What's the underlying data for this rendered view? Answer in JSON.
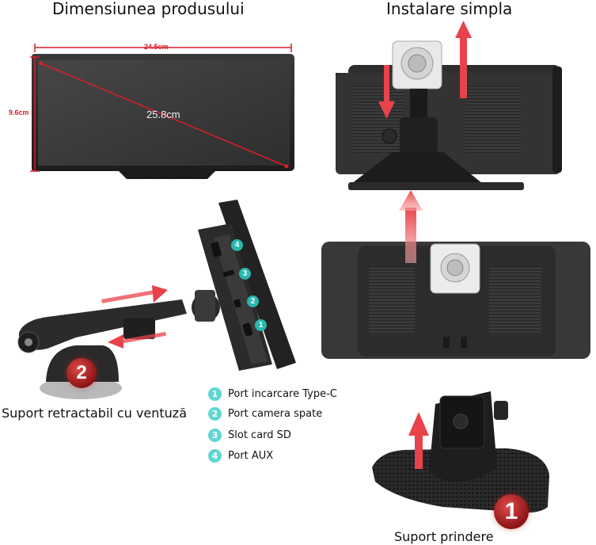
{
  "headings": {
    "dimensions": "Dimensiunea produsului",
    "install": "Instalare simpla"
  },
  "dimensions": {
    "width": "24.5cm",
    "height": "9.6cm",
    "diagonal": "25.8cm"
  },
  "captions": {
    "retractable": "Suport retractabil cu ventuză",
    "mount": "Suport prindere"
  },
  "port_markers": [
    "4",
    "3",
    "2",
    "1"
  ],
  "legend": [
    {
      "num": "1",
      "label": "Port incarcare Type-C"
    },
    {
      "num": "2",
      "label": "Port camera spate"
    },
    {
      "num": "3",
      "label": "Slot card SD"
    },
    {
      "num": "4",
      "label": "Port AUX"
    }
  ],
  "step_numbers": {
    "suction_mount": "2",
    "clip_mount": "1"
  },
  "colors": {
    "accent_red": "#d81e2a",
    "teal": "#5fd6d2",
    "device": "#2b2b2b",
    "screen": "#3f3f3f"
  }
}
